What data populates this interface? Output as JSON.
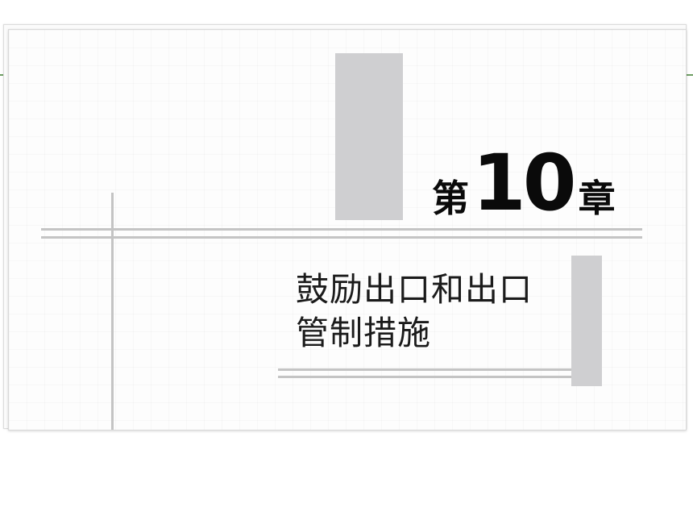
{
  "chapter": {
    "prefix": "第",
    "number": "10",
    "suffix": "章"
  },
  "title": {
    "line1": "鼓励出口和出口",
    "line2": "管制措施"
  },
  "colors": {
    "block_gray": "#cfcfd1",
    "line_gray": "#c4c4c4",
    "accent_green": "#6e9e63",
    "text": "#0a0a0a"
  }
}
